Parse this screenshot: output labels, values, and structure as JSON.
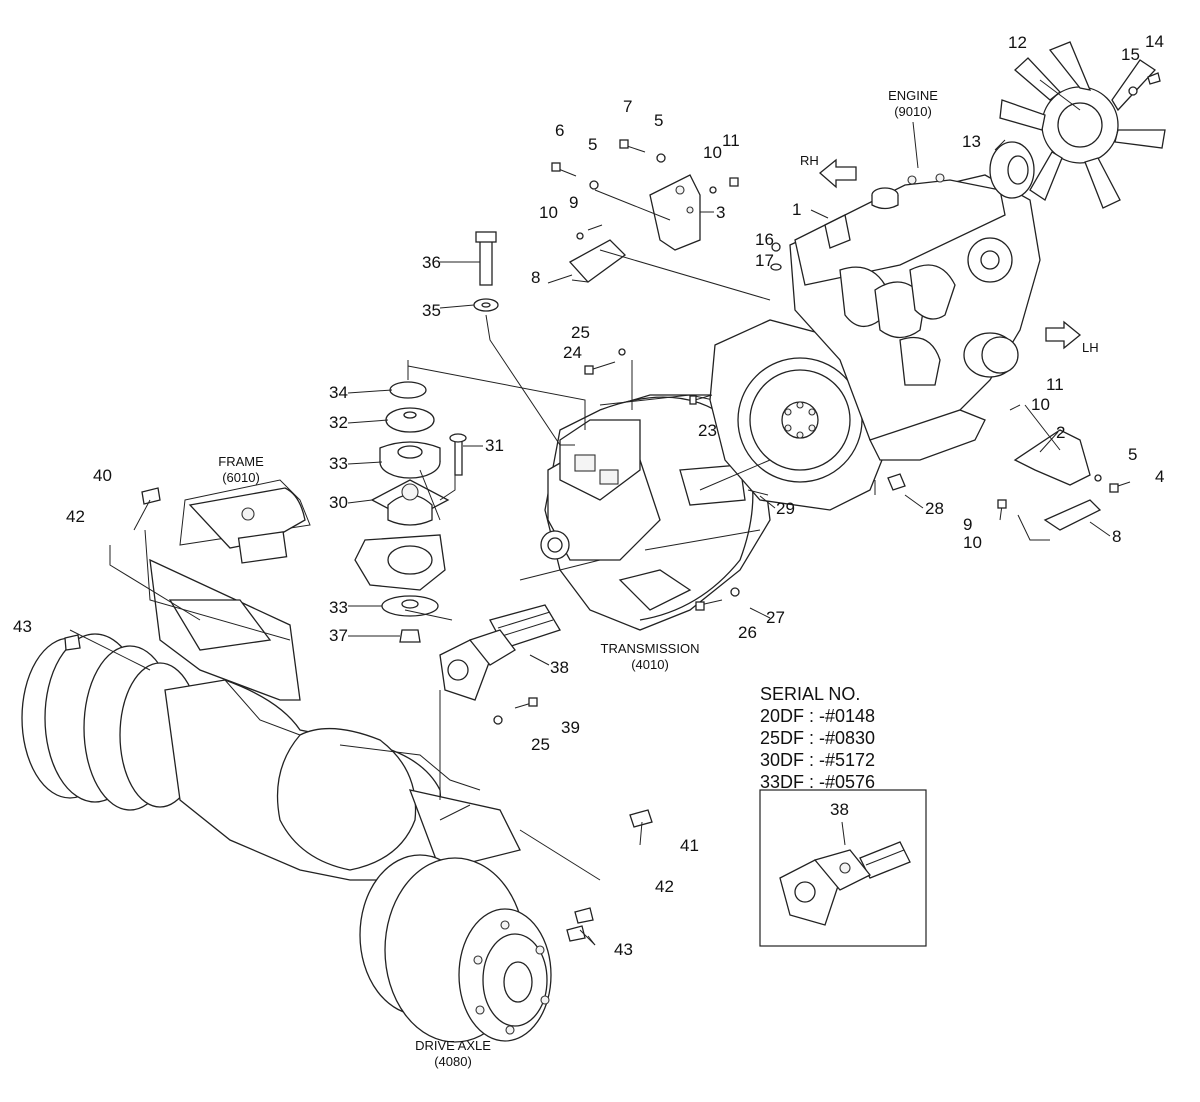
{
  "assemblies": {
    "engine": {
      "name": "ENGINE",
      "code": "(9010)"
    },
    "frame": {
      "name": "FRAME",
      "code": "(6010)"
    },
    "transmission": {
      "name": "TRANSMISSION",
      "code": "(4010)"
    },
    "drive_axle": {
      "name": "DRIVE AXLE",
      "code": "(4080)"
    }
  },
  "direction_arrows": {
    "rh": "RH",
    "lh": "LH"
  },
  "callouts": [
    "1",
    "2",
    "3",
    "4",
    "5",
    "5",
    "5",
    "6",
    "7",
    "8",
    "8",
    "9",
    "9",
    "10",
    "10",
    "10",
    "10",
    "11",
    "11",
    "12",
    "13",
    "14",
    "15",
    "16",
    "17",
    "23",
    "24",
    "25",
    "25",
    "26",
    "27",
    "28",
    "29",
    "30",
    "31",
    "32",
    "33",
    "33",
    "34",
    "35",
    "36",
    "37",
    "38",
    "39",
    "40",
    "41",
    "42",
    "42",
    "43",
    "43"
  ],
  "serial_box": {
    "title": "SERIAL NO.",
    "entries": [
      "20DF : -#0148",
      "25DF : -#0830",
      "30DF : -#5172",
      "33DF : -#0576"
    ],
    "detail_callout": "38"
  }
}
